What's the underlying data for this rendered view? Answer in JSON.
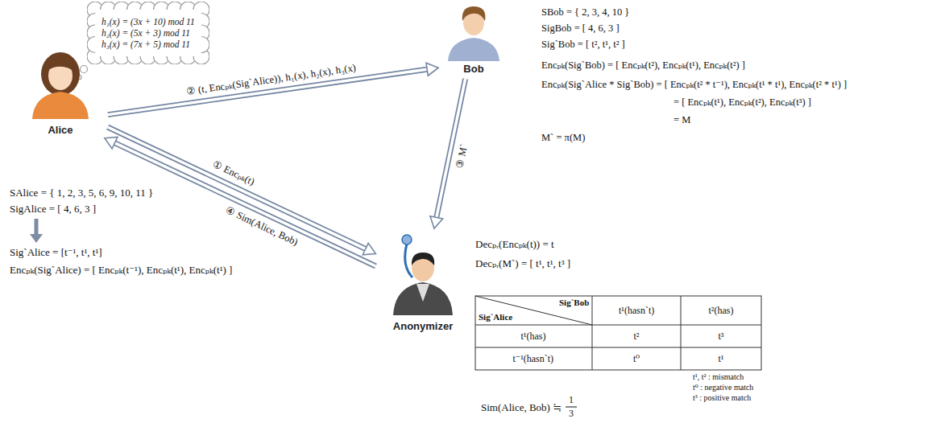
{
  "diagram": {
    "nodes": [
      {
        "text": [
          "h₁(x) = (3x + 10) mod 11",
          "h₂(x) = (5x + 3) mod 11",
          "h₃(x) = (7x + 5) mod 11"
        ]
      },
      {
        "text": [
          "Alice"
        ]
      },
      {
        "text": [
          "Bob"
        ]
      },
      {
        "text": [
          "Anonymizer"
        ]
      }
    ],
    "edges": [
      {
        "from": 1,
        "to": 3,
        "arrow": "to",
        "label": "① Encₚₖ(t)"
      },
      {
        "from": 1,
        "to": 2,
        "arrow": "to",
        "label": "② (t, Encₚₖ(Sig`Alice)), h₁(x), h₂(x), h₃(x)"
      },
      {
        "from": 2,
        "to": 3,
        "arrow": "to",
        "label": "③ M`"
      },
      {
        "from": 3,
        "to": 1,
        "arrow": "to",
        "label": "④ Sim(Alice, Bob)"
      }
    ],
    "labels": [
      "SAlice = { 1, 2, 3, 5, 6, 9, 10, 11 }",
      "SigAlice = [ 4, 6, 3 ]",
      "Sig`Alice = [t⁻¹, t¹, t¹]",
      "Encₚₖ(Sig`Alice) = [ Encₚₖ(t⁻¹), Encₚₖ(t¹), Encₚₖ(t¹) ]",
      "SBob = { 2, 3, 4, 10 }",
      "SigBob = [ 4, 6, 3 ]",
      "Sig`Bob = [ t², t¹, t² ]",
      "Encₚₖ(Sig`Bob) = [ Encₚₖ(t²), Encₚₖ(t¹), Encₚₖ(t²) ]",
      "Encₚₖ(Sig`Alice * Sig`Bob) = [ Encₚₖ(t² * t⁻¹), Encₚₖ(t¹ * t¹), Encₚₖ(t² * t¹) ]",
      "= [ Encₚₖ(t¹), Encₚₖ(t²), Encₚₖ(t³) ]",
      "= M",
      "M` = π(M)",
      "Decₚᵣ(Encₚₖ(t)) = t",
      "Decₚᵣ(M`) = [ t¹, t¹, t³ ]",
      "Sig`Bob",
      "Sig`Alice",
      "t¹(hasn`t)",
      "t²(has)",
      "t¹(has)",
      "t²",
      "t³",
      "t⁻¹(hasn`t)",
      "t⁰",
      "t¹",
      "t¹, t² : mismatch",
      "t⁰ : negative match",
      "t³ : positive match",
      "Sim(Alice, Bob) ≒",
      "1",
      "3"
    ]
  }
}
